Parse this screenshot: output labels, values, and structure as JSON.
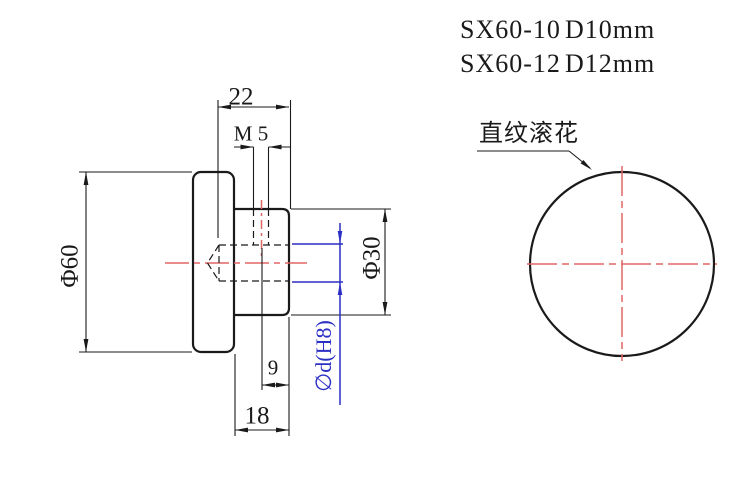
{
  "title_block": {
    "models": [
      {
        "model": "SX60-10",
        "spec": "D10mm"
      },
      {
        "model": "SX60-12",
        "spec": "D12mm"
      }
    ]
  },
  "annotations": {
    "knurl_label": "直纹滚花"
  },
  "dimensions": {
    "hole_depth": "22",
    "thread": "M 5",
    "disc_diameter": "Φ60",
    "hub_diameter": "Φ30",
    "thread_offset": "9",
    "hub_length": "18",
    "bore_callout": "∅d(H8)"
  },
  "colors": {
    "line": "#1a1a1a",
    "centerline_red": "#e06666",
    "bore_blue": "#2b2fc4",
    "background": "#ffffff"
  }
}
